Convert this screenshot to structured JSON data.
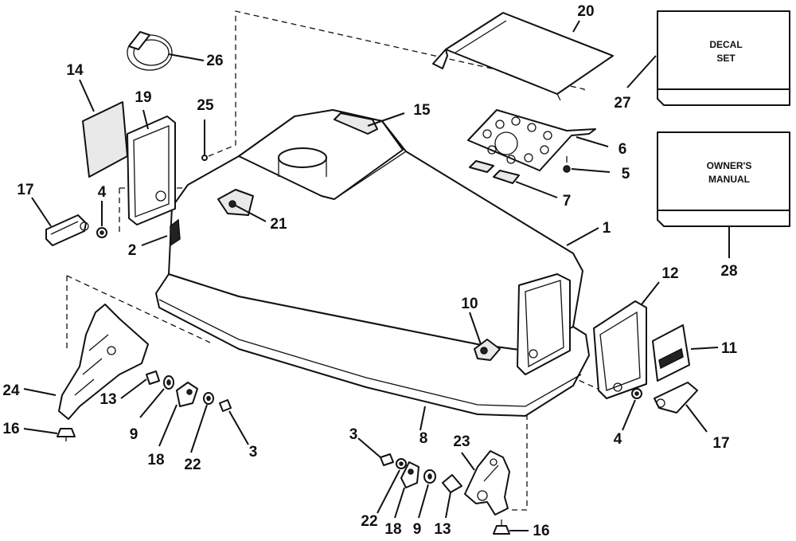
{
  "boxes": {
    "decal_set": [
      "DECAL",
      "SET"
    ],
    "owners_manual": [
      "OWNER'S",
      "MANUAL"
    ]
  },
  "callouts": {
    "c1": "1",
    "c2": "2",
    "c3a": "3",
    "c3b": "3",
    "c4a": "4",
    "c4b": "4",
    "c5": "5",
    "c6": "6",
    "c7": "7",
    "c8": "8",
    "c9a": "9",
    "c9b": "9",
    "c10": "10",
    "c11": "11",
    "c12": "12",
    "c13a": "13",
    "c13b": "13",
    "c14": "14",
    "c15": "15",
    "c16a": "16",
    "c16b": "16",
    "c17a": "17",
    "c17b": "17",
    "c18a": "18",
    "c18b": "18",
    "c19": "19",
    "c20": "20",
    "c21": "21",
    "c22a": "22",
    "c22b": "22",
    "c23": "23",
    "c24": "24",
    "c25": "25",
    "c26": "26",
    "c27": "27",
    "c28": "28"
  }
}
